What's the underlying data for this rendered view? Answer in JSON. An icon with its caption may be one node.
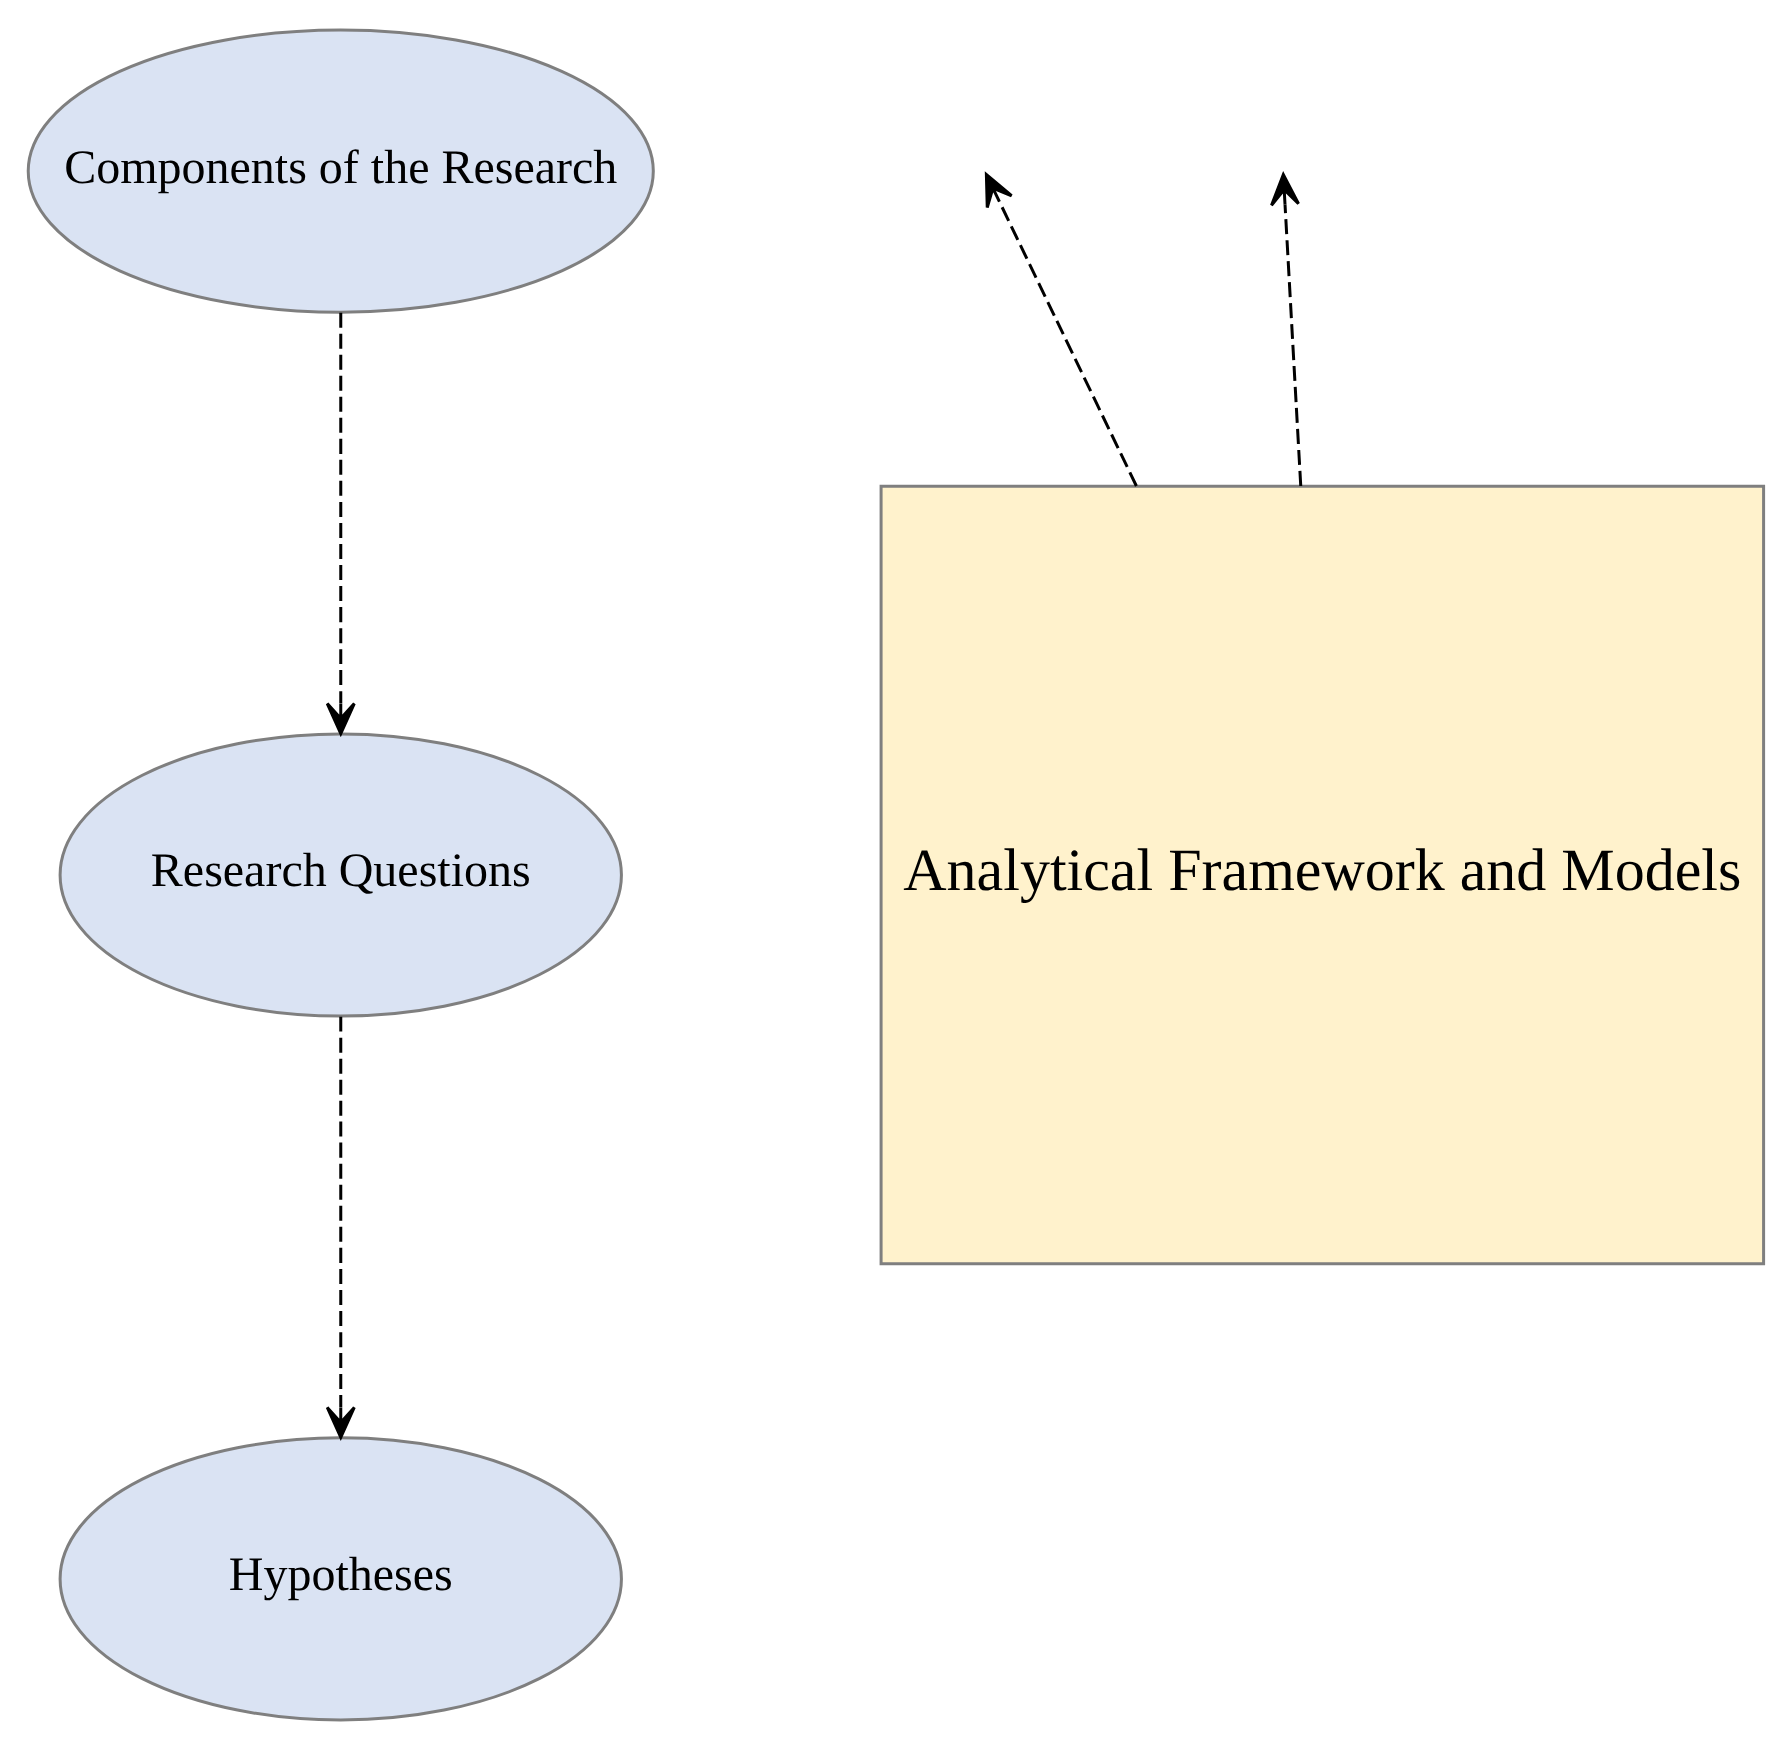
{
  "diagram": {
    "nodes": [
      {
        "text": [
          "Components of the Research"
        ]
      },
      {
        "text": [
          "Research Questions"
        ]
      },
      {
        "text": [
          "Hypotheses"
        ]
      },
      {
        "text": [
          "Analytical Framework and Models"
        ]
      }
    ],
    "edges": [
      {
        "from": 0,
        "to": 1,
        "arrow": "to",
        "style": "dashed"
      },
      {
        "from": 1,
        "to": 2,
        "arrow": "to",
        "style": "dashed"
      },
      {
        "from": 3,
        "to": null,
        "arrow": "to",
        "style": "dashed"
      },
      {
        "from": 3,
        "to": null,
        "arrow": "to",
        "style": "dashed"
      }
    ]
  }
}
